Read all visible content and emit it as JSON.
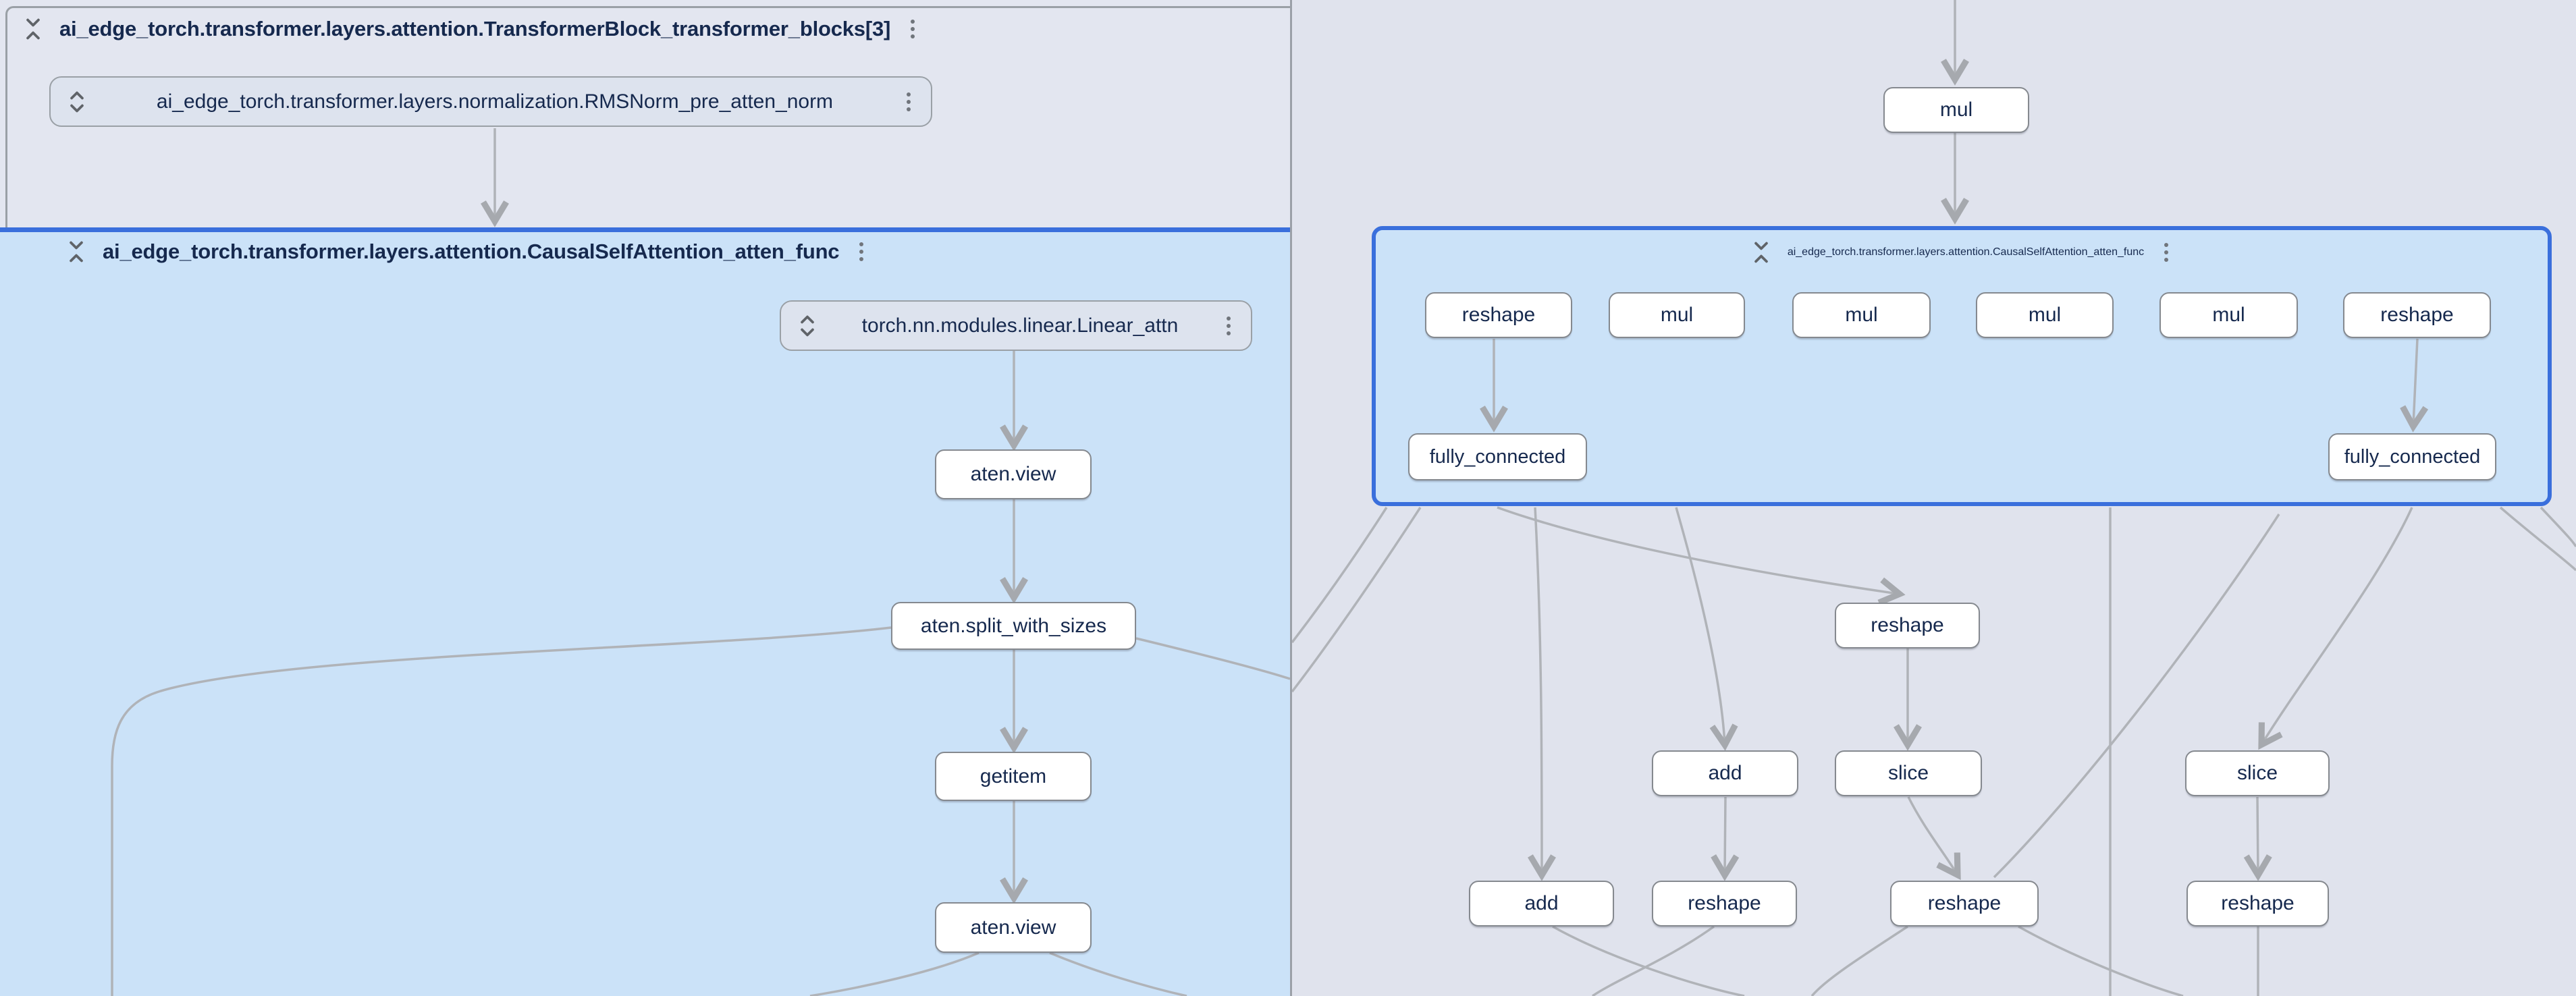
{
  "left_pane": {
    "transformer_block_header": {
      "title": "ai_edge_torch.transformer.layers.attention.TransformerBlock_transformer_blocks[3]"
    },
    "rms_norm_node": {
      "label": "ai_edge_torch.transformer.layers.normalization.RMSNorm_pre_atten_norm"
    },
    "attention_group": {
      "title": "ai_edge_torch.transformer.layers.attention.CausalSelfAttention_atten_func"
    },
    "linear_attn_node": {
      "label": "torch.nn.modules.linear.Linear_attn"
    },
    "op_nodes": {
      "view1": "aten.view",
      "split": "aten.split_with_sizes",
      "getitem": "getitem",
      "view2": "aten.view"
    }
  },
  "right_pane": {
    "mul_node": {
      "label": "mul"
    },
    "attention_group": {
      "title": "ai_edge_torch.transformer.layers.attention.CausalSelfAttention_atten_func"
    },
    "row1_labels": [
      "reshape",
      "mul",
      "mul",
      "mul",
      "mul",
      "reshape"
    ],
    "fc_labels": [
      "fully_connected",
      "fully_connected"
    ],
    "lower_nodes": {
      "reshape_top": "reshape",
      "add_mid": "add",
      "slice_mid_left": "slice",
      "slice_mid_right": "slice",
      "add_bottom": "add",
      "reshape_bottom_1": "reshape",
      "reshape_bottom_2": "reshape",
      "reshape_bottom_3": "reshape"
    }
  },
  "colors": {
    "selection_blue": "#3a6fdc",
    "expanded_panel_fill": "#cbe2f8",
    "canvas_left": "#e3e6f0",
    "canvas_right": "#e0e3ed",
    "collapsed_node_fill": "#dde3ee",
    "node_border": "#85898f",
    "edge_gray": "#b0b3b8",
    "text_navy": "#16294e"
  }
}
